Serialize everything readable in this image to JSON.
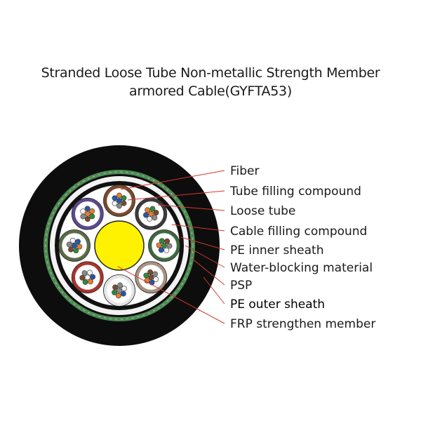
{
  "title": {
    "line1": "Stranded Loose Tube Non-metallic Strength Member",
    "line2": "armored Cable(GYFTA53)"
  },
  "colors": {
    "outer_sheath": "#0d0d0d",
    "psp": "#4f8a54",
    "inner_sheath": "#111111",
    "water_blocking": "#f2f2f2",
    "strength_member": "#fff200",
    "leader_line": "#d23a2a",
    "label_text": "#1a1a1a"
  },
  "callouts": [
    {
      "id": "fiber",
      "label": "Fiber"
    },
    {
      "id": "tube-filling-compound",
      "label": "Tube filling compound"
    },
    {
      "id": "loose-tube",
      "label": "Loose tube"
    },
    {
      "id": "cable-filling-compound",
      "label": "Cable filling compound"
    },
    {
      "id": "pe-inner-sheath",
      "label": "PE inner sheath"
    },
    {
      "id": "water-blocking-material",
      "label": "Water-blocking material"
    },
    {
      "id": "psp",
      "label": "PSP"
    },
    {
      "id": "pe-outer-sheath",
      "label": "PE outer sheath"
    },
    {
      "id": "frp-strengthen-member",
      "label": "FRP strengthen member"
    }
  ],
  "tubes": [
    {
      "ring": "#7b4a2c",
      "fill": "#ffffff"
    },
    {
      "ring": "#3b3b3b",
      "fill": "#ffffff"
    },
    {
      "ring": "#3d6a3d",
      "fill": "#ffffff"
    },
    {
      "ring": "#a9927f",
      "fill": "#ffffff"
    },
    {
      "ring": "#e5e5e5",
      "fill": "#ffffff"
    },
    {
      "ring": "#a8342c",
      "fill": "#ffffff"
    },
    {
      "ring": "#5a6b47",
      "fill": "#ffffff"
    },
    {
      "ring": "#5b4a8f",
      "fill": "#ffffff"
    }
  ],
  "fiber_colors": [
    "#2a55a8",
    "#e87d2a",
    "#2f8a3d",
    "#7b4a2c",
    "#8a8a8a",
    "#f2f2f2"
  ]
}
